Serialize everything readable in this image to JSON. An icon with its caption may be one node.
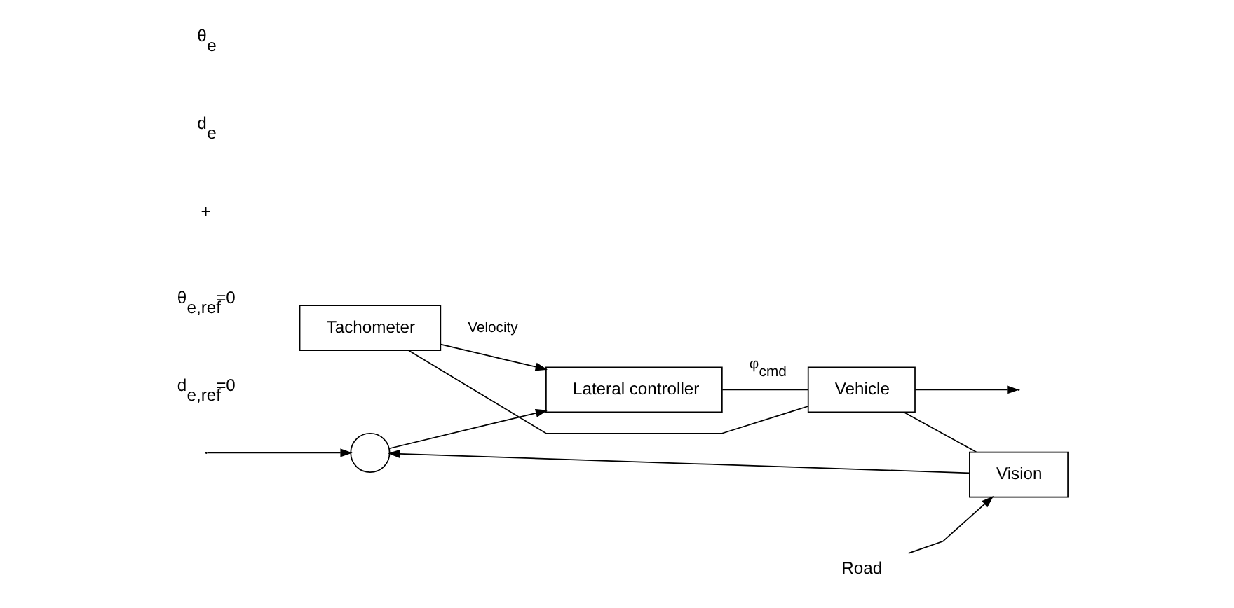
{
  "diagram": {
    "nodes": [
      {
        "text": [
          "Tachometer"
        ]
      },
      {
        "text": [],
        "shape": "circle"
      },
      {
        "text": [
          "Lateral controller"
        ]
      },
      {
        "text": [
          "Vehicle"
        ]
      },
      {
        "text": [
          "Vision"
        ]
      },
      {
        "text": [
          "Road"
        ]
      }
    ],
    "edges": [
      {
        "from": null,
        "to": 1,
        "arrow": "to"
      },
      {
        "from": 1,
        "to": 2,
        "arrow": "to"
      },
      {
        "from": 2,
        "to": 3,
        "arrow": "none",
        "label": "φ$_{cmd}$"
      },
      {
        "from": 3,
        "to": null,
        "arrow": "to"
      },
      {
        "from": 3,
        "to": 0,
        "arrow": "none"
      },
      {
        "from": 3,
        "to": 4,
        "arrow": "none"
      },
      {
        "from": 0,
        "to": 2,
        "arrow": "to",
        "label": "Velocity"
      },
      {
        "from": 4,
        "to": 1,
        "arrow": "to"
      },
      {
        "from": 5,
        "to": 4,
        "arrow": "to"
      }
    ],
    "labels": [
      "d$_{e,ref}$=0",
      "θ$_{e,ref}$=0",
      "+",
      "d$_{e}$",
      "θ$_{e}$"
    ]
  }
}
